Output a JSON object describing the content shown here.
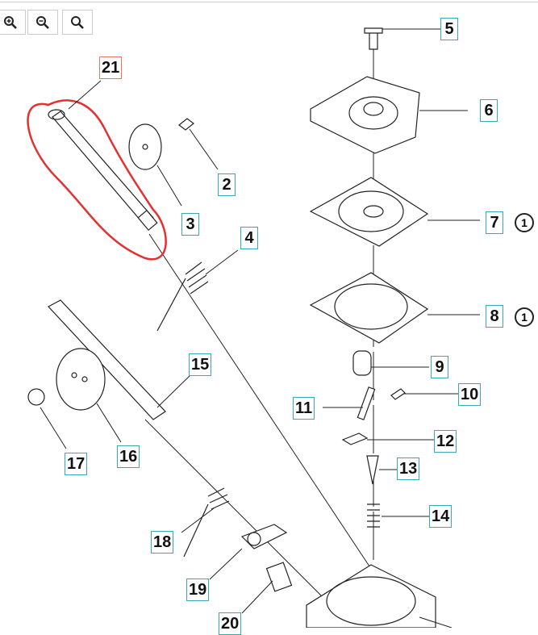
{
  "toolbar": {
    "zoom_in": "zoom-in-icon",
    "zoom_out": "zoom-out-icon",
    "reset": "search-icon"
  },
  "labels": [
    "21",
    "5",
    "6",
    "2",
    "3",
    "4",
    "7",
    "8",
    "9",
    "10",
    "15",
    "11",
    "12",
    "17",
    "16",
    "13",
    "14",
    "18",
    "19",
    "20"
  ],
  "notes": [
    "1",
    "1"
  ],
  "colors": {
    "label_border": "#3aa9b5",
    "selected_border": "#e07a5f",
    "highlight": "#e53030"
  }
}
